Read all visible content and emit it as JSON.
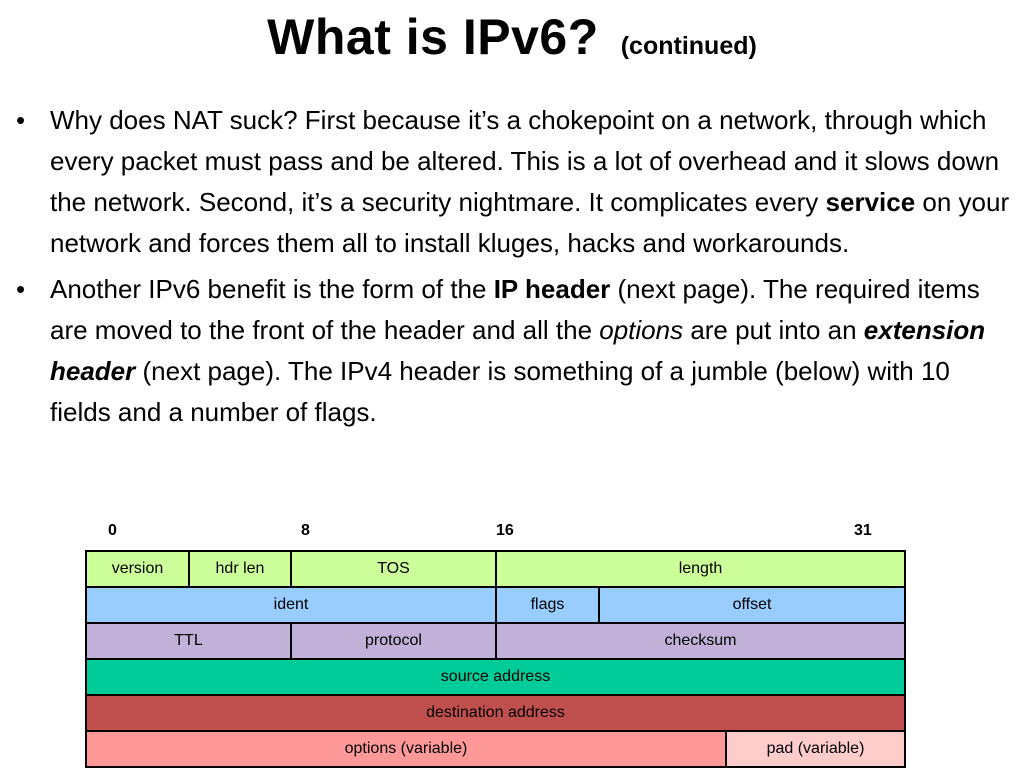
{
  "title": {
    "main": "What is IPv6?",
    "sub": "(continued)"
  },
  "bullets": [
    {
      "marker": "•",
      "t1": "Why does NAT suck?  First because it’s a chokepoint on a network, through which every packet must pass and be altered.  This is a lot of overhead and it slows down the network.  Second, it’s a security nightmare.  It complicates every ",
      "b1": "service",
      "t2": " on your network and forces them all to install kluges, hacks and workarounds."
    },
    {
      "marker": "•",
      "t1": "Another IPv6 benefit is the form of the ",
      "b1": "IP header",
      "t2": " (next page).  The required items are moved to the front of the header and all the ",
      "i1": "options",
      "t3": " are put into an ",
      "bi1": "extension header",
      "t4": " (next page).  The IPv4 header is something of a jumble (below) with 10 fields and a number of flags."
    }
  ],
  "diagram": {
    "bit_labels": [
      "0",
      "8",
      "16",
      "31"
    ],
    "fields": {
      "version": "version",
      "hdr_len": "hdr len",
      "tos": "TOS",
      "length": "length",
      "ident": "ident",
      "flags": "flags",
      "offset": "offset",
      "ttl": "TTL",
      "protocol": "protocol",
      "checksum": "checksum",
      "source": "source address",
      "destination": "destination address",
      "options": "options (variable)",
      "pad": "pad (variable)"
    },
    "colors": {
      "row1": "#ccff99",
      "row2": "#99ccff",
      "row3": "#c1b1d8",
      "row4": "#00cc99",
      "row5": "#c0504d",
      "row6_options": "#ff9999",
      "row6_pad": "#ffcccc"
    }
  }
}
